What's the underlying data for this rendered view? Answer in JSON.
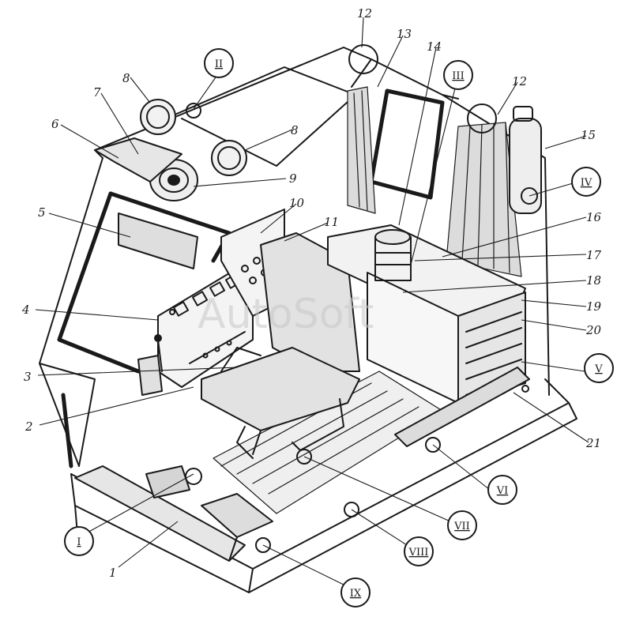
{
  "watermark": "AutoSoft",
  "labels": {
    "n1": "1",
    "n2": "2",
    "n3": "3",
    "n4": "4",
    "n5": "5",
    "n6": "6",
    "n7": "7",
    "n8a": "8",
    "n8b": "8",
    "n9": "9",
    "n10": "10",
    "n11": "11",
    "n12a": "12",
    "n12b": "12",
    "n13": "13",
    "n14": "14",
    "n15": "15",
    "n16": "16",
    "n17": "17",
    "n18": "18",
    "n19": "19",
    "n20": "20",
    "n21": "21"
  },
  "callouts": {
    "I": "I",
    "II": "II",
    "III": "III",
    "IV": "IV",
    "V": "V",
    "VI": "VI",
    "VII": "VII",
    "VIII": "VIII",
    "IX": "IX"
  }
}
